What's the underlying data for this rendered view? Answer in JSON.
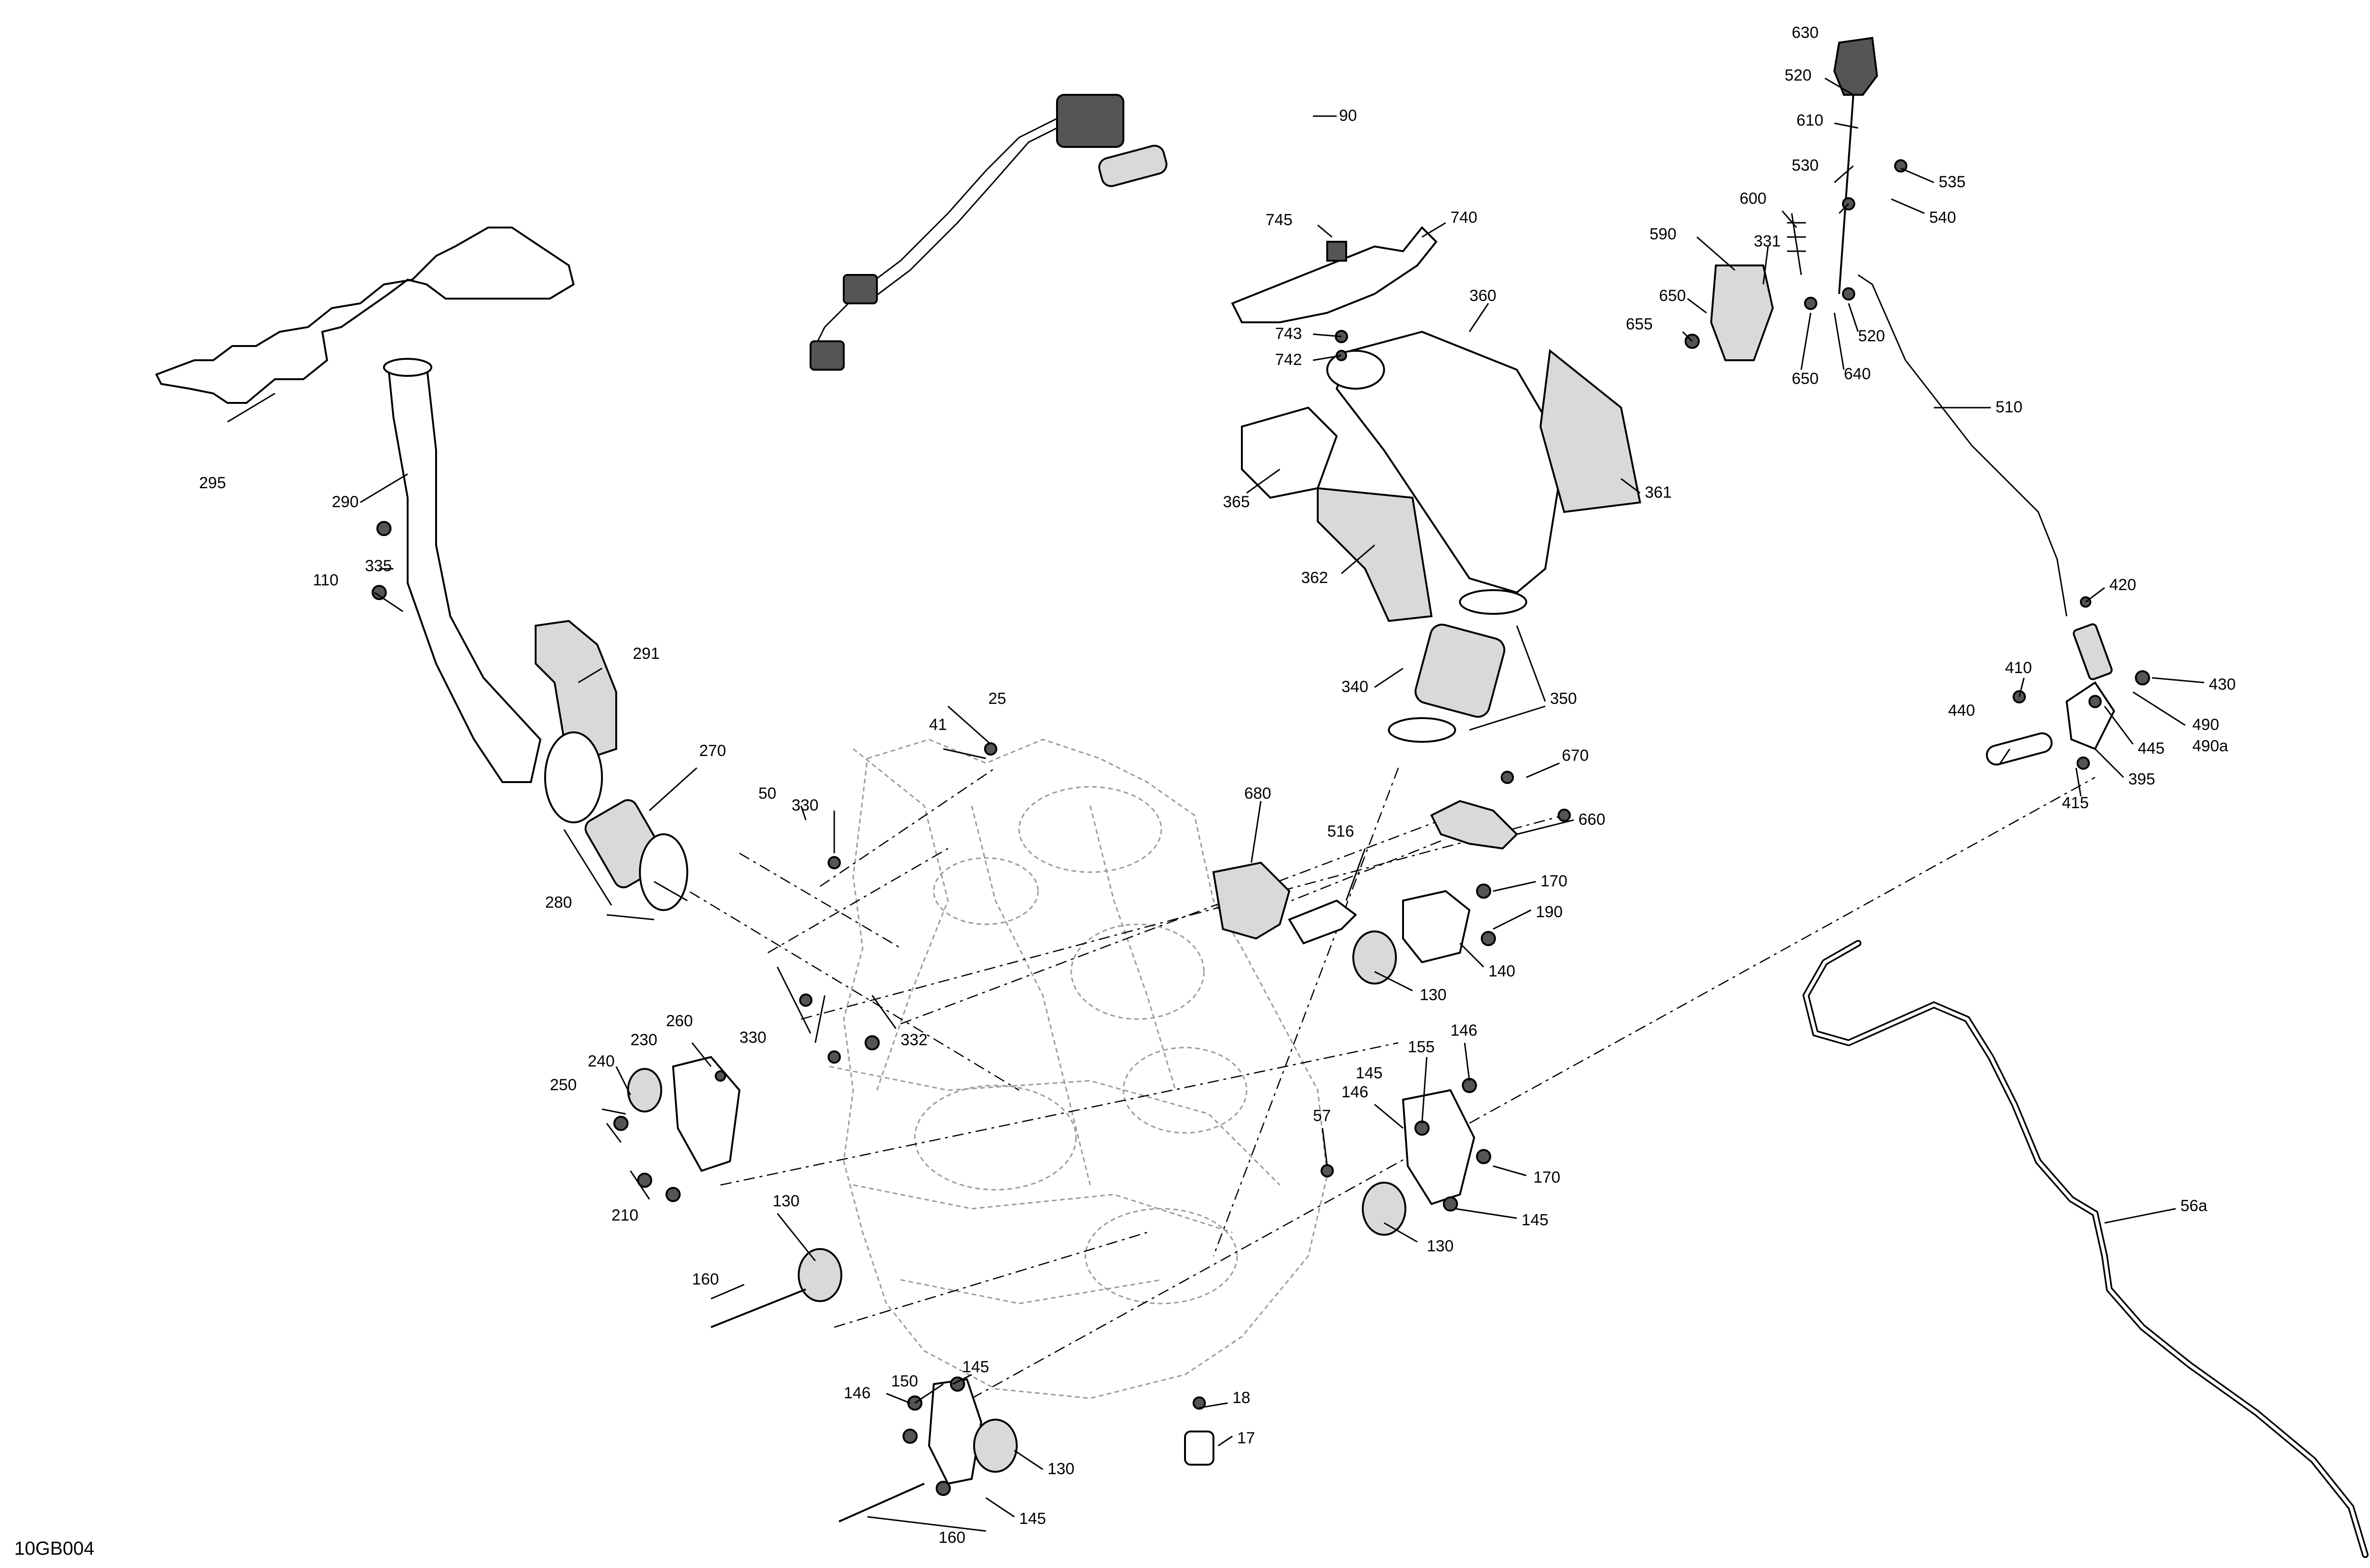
{
  "diagram_code": "10GB004",
  "callouts": [
    "90",
    "295",
    "290",
    "110",
    "335",
    "291",
    "270",
    "280",
    "25",
    "41",
    "50",
    "330",
    "330",
    "332",
    "260",
    "230",
    "240",
    "250",
    "210",
    "130",
    "160",
    "150",
    "145",
    "146",
    "160",
    "145",
    "130",
    "745",
    "740",
    "743",
    "742",
    "360",
    "365",
    "361",
    "362",
    "340",
    "350",
    "680",
    "516",
    "670",
    "660",
    "170",
    "190",
    "140",
    "130",
    "155",
    "146",
    "146",
    "145",
    "57",
    "170",
    "145",
    "130",
    "18",
    "17",
    "630",
    "520",
    "610",
    "530",
    "535",
    "540",
    "600",
    "590",
    "331",
    "650",
    "655",
    "650",
    "640",
    "520",
    "510",
    "420",
    "410",
    "440",
    "395",
    "415",
    "445",
    "430",
    "490",
    "490a",
    "56a"
  ]
}
